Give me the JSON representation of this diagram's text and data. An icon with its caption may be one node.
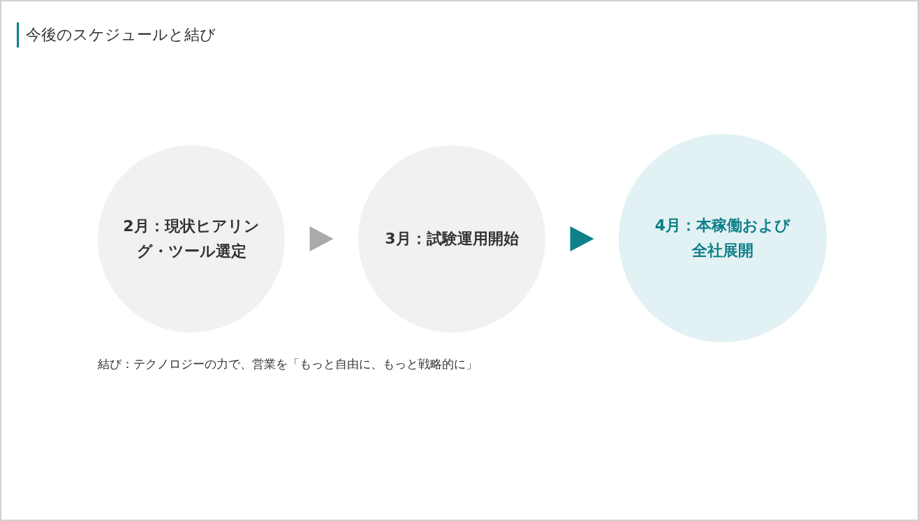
{
  "diagram": {
    "title": "今後のスケジュールと結び",
    "nodes": [
      {
        "text": [
          "2月：現状ヒアリング・ツール選定"
        ]
      },
      {
        "text": [
          "3月：試験運用開始"
        ]
      },
      {
        "text": [
          "4月：本稼働および全社展開"
        ]
      }
    ],
    "edges": [
      {
        "from": 0,
        "to": 1,
        "arrow": "to",
        "color": "#aaaaaa"
      },
      {
        "from": 1,
        "to": 2,
        "arrow": "to",
        "color": "#0e8088"
      }
    ],
    "labels": [
      "結び：テクノロジーの力で、営業を「もっと自由に、もっと戦略的に」"
    ]
  }
}
